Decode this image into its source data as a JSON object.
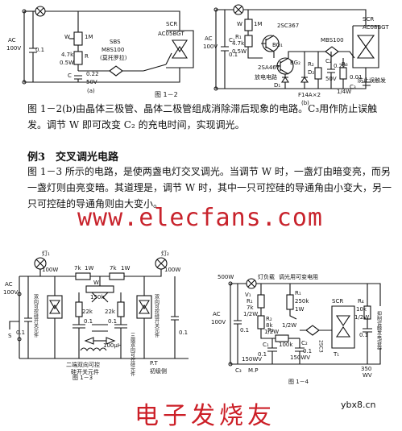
{
  "fig12a": {
    "ac": "AC",
    "ac_v": "100V",
    "cap": "0.1",
    "w": "W",
    "r_1m": "1M",
    "r_47k": "4.7k",
    "r_05w": "0.5W",
    "r_r": "R",
    "sbs_1": "SBS",
    "sbs_2": "M8S100",
    "sbs_3": "(莫托罗拉)",
    "scr": "SCR",
    "scr_part": "AC05BGT",
    "c": "C",
    "c_val": "0.22",
    "c_v": "50V",
    "a": "(a)"
  },
  "fig12b": {
    "ac": "AC",
    "ac_v": "100V",
    "c1": "C₁",
    "c1_val": "0.1",
    "w": "W",
    "r_1m": "1M",
    "r1": "R₁",
    "r1_val": "4.7k",
    "r1_w": "0.5W",
    "q1": "2SC367",
    "bg1": "BG₁",
    "q2": "2SA467",
    "bg2": "BG₂",
    "discharge": "放电电路",
    "d1": "D₁",
    "d2": "D₂",
    "r2": "R₂",
    "diodes": "F14A×2",
    "mbs": "MBS100",
    "c2": "C₂",
    "c2_val": "0.22",
    "c2_v": "50V",
    "r3": "R₃",
    "r3_w": "1/4W",
    "c3": "C₃",
    "c3_val": "0.01",
    "scr": "SCR",
    "scr_part": "AC08BGT",
    "anti": "防止误触发",
    "b": "(b)"
  },
  "fig12_caption": "图 1－2",
  "para1": "图 1－2(b)由晶体三极管、晶体二极管组成消除滞后现象的电路。C₃用作防止误触发。调节 W 即可改变 C₂ 的充电时间，实现调光。",
  "heading": "例3　交叉调光电路",
  "para2": "图 1－3 所示的电路，是使两盏电灯交叉调光。当调节 W 时，一盏灯由暗变亮，而另一盏灯则由亮变暗。其道理是，调节 W 时，其中一只可控硅的导通角由小变大，另一只可控硅的导通角则由大变小。",
  "watermark": "www.elecfans.com",
  "fig13": {
    "lamp1": "灯₁",
    "lamp1_w": "100W",
    "lamp2": "灯₂",
    "lamp2_w": "100W",
    "ac": "AC",
    "ac_v": "100V",
    "cap_l": "0.1",
    "cap_r": "0.1",
    "r7k_l": "7k",
    "r1w_l": "1W",
    "r7k_r": "7k",
    "r1w_r": "1W",
    "w": "W",
    "r150k": "150k",
    "r22k_l": "22k",
    "r22k_r": "22k",
    "c01_l": "0.1",
    "c01_r": "0.1",
    "lbl_left": "双向可控硅开关元件",
    "lbl_right": "双向可控硅开关元件",
    "sw": "S",
    "pt": "P.T",
    "pt_cn": "初级侧",
    "bottom_1": "二端双向可控",
    "bottom_2": "硅开关元件",
    "ind": "100μH",
    "mid_lbl": "三端双向可控硅元件",
    "caption": "图 1－3"
  },
  "fig14": {
    "load": "500W",
    "lamp": "灯负载",
    "title": "调光用可变电阻",
    "v": "V₁",
    "ac": "AC",
    "ac_v": "100V",
    "cap": "0.1",
    "r1": "R₁",
    "r1_val": "7k",
    "r1_w": "1/2W",
    "r2": "R₂",
    "r2_val": "8k",
    "r2_w": "1/2W",
    "rv": "R₁",
    "rv_val": "250k",
    "rv_w": "1W",
    "r3": "R₃",
    "r3_val": "100k",
    "r3_w": "1/2W",
    "r4": "R₄",
    "r4_val": "10k",
    "r4_w": "1/2W",
    "c1": "C₁",
    "c1_val": "0.1",
    "c2": "C₂",
    "c2_val": "0.1",
    "c2_v": "150WV",
    "c3": "C₃",
    "c3_val": "150WV",
    "c3_part": "M.P",
    "c3b": "0.1",
    "c3b_v": "350",
    "c3b_wv": "WV",
    "scr": "SCR",
    "t1": "T₁",
    "diode": "2SC3",
    "trig": "抑制误触发电容器",
    "caption": "图 1－4"
  },
  "footer": "电子发烧友",
  "corner": "ybx8.cn"
}
